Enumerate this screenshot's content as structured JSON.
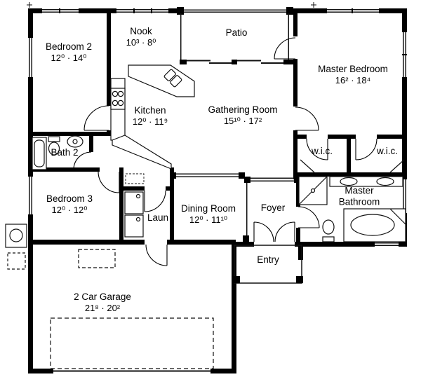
{
  "plan_labels": {
    "bedroom2": {
      "name": "Bedroom 2",
      "dims": "12⁰ · 14⁰"
    },
    "nook": {
      "name": "Nook",
      "dims": "10³ · 8⁰"
    },
    "patio": {
      "name": "Patio"
    },
    "master_bedroom": {
      "name": "Master Bedroom",
      "dims": "16² · 18⁴"
    },
    "kitchen": {
      "name": "Kitchen",
      "dims": "12⁰ · 11⁹"
    },
    "gathering_room": {
      "name": "Gathering Room",
      "dims": "15¹⁰ · 17²"
    },
    "bath2": {
      "name": "Bath 2"
    },
    "wic_left": {
      "name": "w.i.c."
    },
    "wic_right": {
      "name": "w.i.c."
    },
    "bedroom3": {
      "name": "Bedroom 3",
      "dims": "12⁰ · 12⁰"
    },
    "master_bathroom": {
      "line1": "Master",
      "line2": "Bathroom"
    },
    "laundry": {
      "name": "Laun"
    },
    "dining_room": {
      "name": "Dining Room",
      "dims": "12⁰ · 11¹⁰"
    },
    "foyer": {
      "name": "Foyer"
    },
    "entry": {
      "name": "Entry"
    },
    "garage": {
      "name": "2 Car Garage",
      "dims": "21⁸ · 20²"
    }
  },
  "colors": {
    "wall": "#000000",
    "thin_line": "#111111",
    "background": "#ffffff"
  }
}
